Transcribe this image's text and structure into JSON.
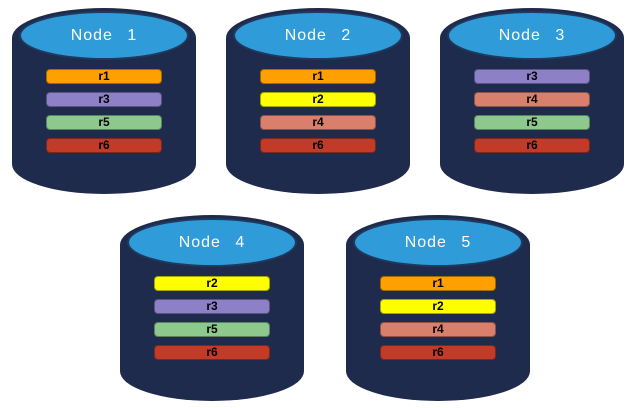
{
  "diagram": {
    "background_color": "#FFFFFF",
    "cylinder_body_color": "#1F2B4D",
    "cylinder_top_color": "#2F9BD9",
    "cylinder_top_border_color": "#1E3A5F",
    "node_title_color": "#FFFFFF",
    "replica_label_color": "#000000",
    "replica_colors": {
      "r1": "#FFA000",
      "r2": "#FFFF00",
      "r3": "#8D80C6",
      "r4": "#D9806C",
      "r5": "#8DC98D",
      "r6": "#C23B28"
    },
    "nodes": [
      {
        "title": "Node 1",
        "replicas": [
          "r1",
          "r3",
          "r5",
          "r6"
        ]
      },
      {
        "title": "Node 2",
        "replicas": [
          "r1",
          "r2",
          "r4",
          "r6"
        ]
      },
      {
        "title": "Node 3",
        "replicas": [
          "r3",
          "r4",
          "r5",
          "r6"
        ]
      },
      {
        "title": "Node 4",
        "replicas": [
          "r2",
          "r3",
          "r5",
          "r6"
        ]
      },
      {
        "title": "Node 5",
        "replicas": [
          "r1",
          "r2",
          "r4",
          "r6"
        ]
      }
    ]
  }
}
